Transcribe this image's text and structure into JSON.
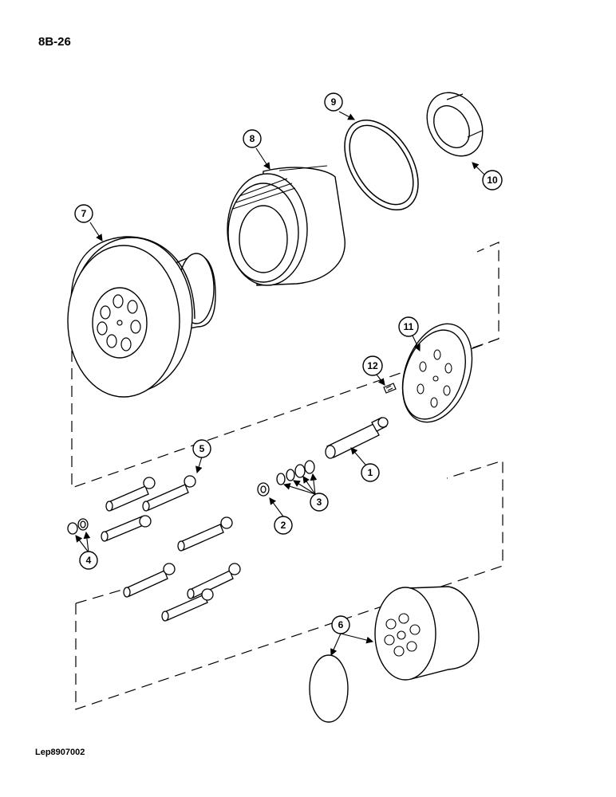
{
  "header": {
    "page_number": "8B-26"
  },
  "footer": {
    "reference": "Lep8907002"
  },
  "callouts": [
    "1",
    "2",
    "3",
    "4",
    "5",
    "6",
    "7",
    "8",
    "9",
    "10",
    "11",
    "12"
  ]
}
